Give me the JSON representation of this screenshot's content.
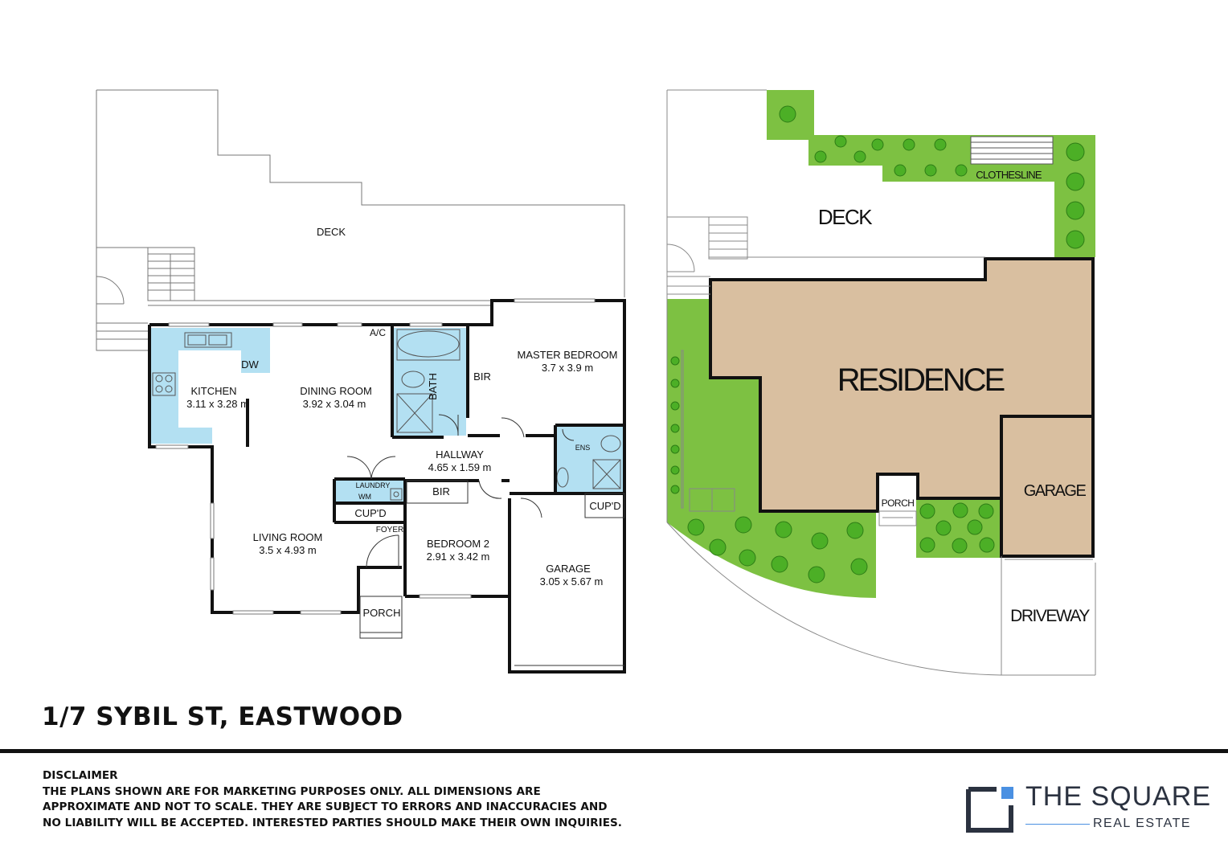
{
  "floor_plan": {
    "rooms": {
      "deck": "DECK",
      "kitchen": "KITCHEN",
      "kitchen_dims": "3.11 x 3.28 m",
      "dw": "DW",
      "ac": "A/C",
      "dining": "DINING ROOM",
      "dining_dims": "3.92 x 3.04 m",
      "bath": "BATH",
      "bir_master": "BIR",
      "master": "MASTER BEDROOM",
      "master_dims": "3.7 x 3.9  m",
      "hallway": "HALLWAY",
      "hallway_dims": "4.65 x 1.59 m",
      "ens": "ENS",
      "laundry": "LAUNDRY",
      "wm": "WM",
      "bir_bed2": "BIR",
      "cupd_laundry": "CUP'D",
      "cupd_garage": "CUP'D",
      "living": "LIVING ROOM",
      "living_dims": "3.5 x 4.93 m",
      "foyer": "FOYER",
      "bedroom2": "BEDROOM 2",
      "bedroom2_dims": "2.91 x  3.42 m",
      "garage": "GARAGE",
      "garage_dims": "3.05 x 5.67 m",
      "porch": "PORCH"
    }
  },
  "site_plan": {
    "deck": "DECK",
    "clothesline": "CLOTHESLINE",
    "residence": "RESIDENCE",
    "porch": "PORCH",
    "garage": "GARAGE",
    "driveway": "DRIVEWAY",
    "colors": {
      "lawn": "#7dc142",
      "residence": "#d9bfa0",
      "shrub": "#4caf26"
    }
  },
  "address": "1/7 SYBIL ST, EASTWOOD",
  "disclaimer": {
    "title": "DISCLAIMER",
    "line1": "THE PLANS SHOWN ARE FOR MARKETING PURPOSES ONLY. ALL DIMENSIONS ARE",
    "line2": "APPROXIMATE AND NOT TO SCALE. THEY ARE SUBJECT TO ERRORS AND INACCURACIES AND",
    "line3": "NO LIABILITY WILL BE ACCEPTED. INTERESTED PARTIES SHOULD MAKE THEIR OWN INQUIRIES."
  },
  "logo": {
    "name": "THE SQUARE",
    "sub": "REAL ESTATE"
  },
  "colors": {
    "wet_area": "#b3e0f2",
    "wall": "#111111"
  }
}
